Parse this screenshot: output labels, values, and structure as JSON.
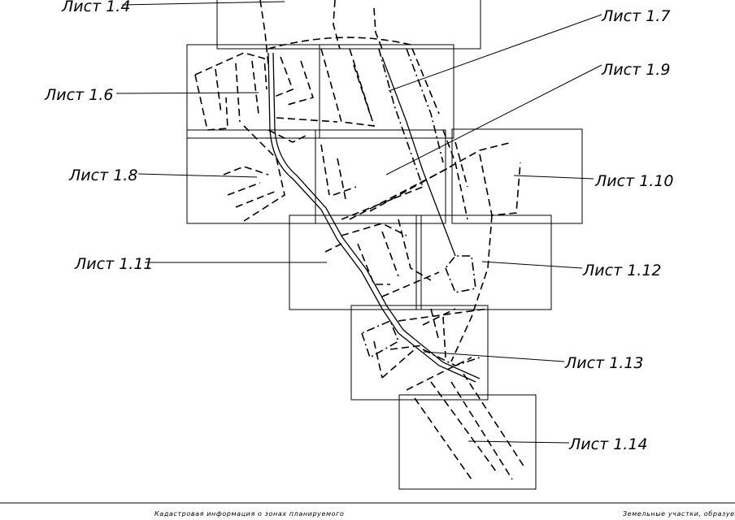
{
  "sheets": [
    {
      "id": "1.4",
      "label": "Лист 1.4"
    },
    {
      "id": "1.6",
      "label": "Лист 1.6"
    },
    {
      "id": "1.7",
      "label": "Лист 1.7"
    },
    {
      "id": "1.8",
      "label": "Лист 1.8"
    },
    {
      "id": "1.9",
      "label": "Лист 1.9"
    },
    {
      "id": "1.10",
      "label": "Лист 1.10"
    },
    {
      "id": "1.11",
      "label": "Лист 1.11"
    },
    {
      "id": "1.12",
      "label": "Лист 1.12"
    },
    {
      "id": "1.13",
      "label": "Лист 1.13"
    },
    {
      "id": "1.14",
      "label": "Лист 1.14"
    }
  ],
  "footer": {
    "center_text": "Кадастровая информация о зонах планируемого",
    "right_text": "Земельные участки, образуемые"
  }
}
